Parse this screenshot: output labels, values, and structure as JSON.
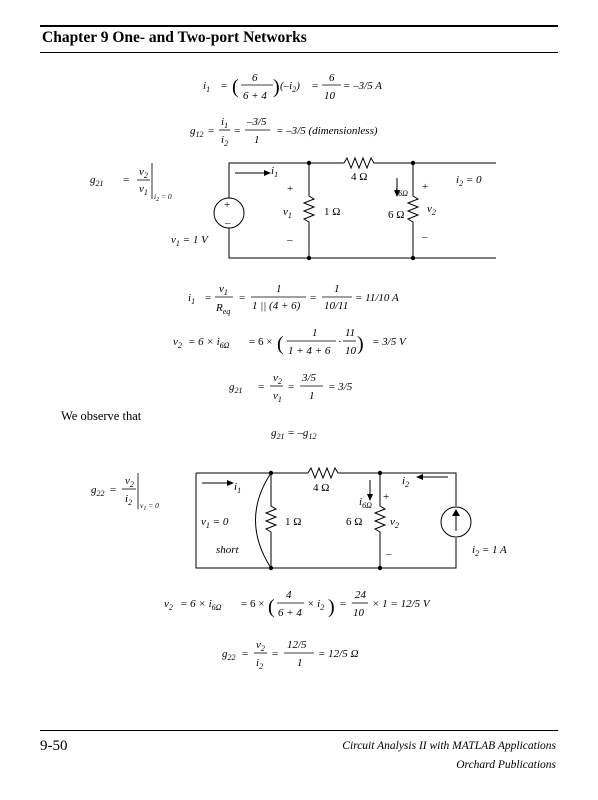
{
  "header": {
    "chapter_title": "Chapter 9  One- and Two-port Networks"
  },
  "footer": {
    "page_number": "9-50",
    "book_title": "Circuit Analysis II with MATLAB Applications",
    "publisher": "Orchard Publications"
  },
  "text": {
    "observe": "We observe that"
  },
  "equations": {
    "i1": {
      "lhs": "i",
      "lhs_sub": "1",
      "num1": "6",
      "den1": "6 + 4",
      "mid": "(–i",
      "mid_sub": "2",
      "num2": "6",
      "den2": "10",
      "result": "= –3/5 A"
    },
    "g12": {
      "lhs": "g",
      "lhs_sub": "12",
      "num": "i",
      "num_sub": "1",
      "den": "i",
      "den_sub": "2",
      "num2": "–3/5",
      "den2": "1",
      "result": "= –3/5 (dimensionless)"
    },
    "g21_def": {
      "lhs": "g",
      "lhs_sub": "21",
      "num": "v",
      "num_sub": "2",
      "den": "v",
      "den_sub": "1",
      "cond": "i",
      "cond_sub": "2",
      "cond_tail": " = 0"
    },
    "i1_second": {
      "lhs": "i",
      "lhs_sub": "1",
      "num": "v",
      "num_sub": "1",
      "den": "R",
      "den_sub": "eq",
      "num2": "1",
      "den2": "1 || (4 + 6)",
      "num3": "1",
      "den3": "10/11",
      "result": "= 11/10 A"
    },
    "v2_first": {
      "lhs": "v",
      "lhs_sub": "2",
      "rhs": "= 6 × i",
      "rhs_sub": "6Ω",
      "rhs2": "= 6 ×",
      "num": "1",
      "den": "1 + 4 + 6",
      "dot": "·",
      "num2": "11",
      "den2": "10",
      "result": "= 3/5 V"
    },
    "g21": {
      "lhs": "g",
      "lhs_sub": "21",
      "num": "v",
      "num_sub": "2",
      "den": "v",
      "den_sub": "1",
      "num2": "3/5",
      "den2": "1",
      "result": "= 3/5"
    },
    "g21_relation": {
      "lhs": "g",
      "lhs_sub": "21",
      "rhs": " = –g",
      "rhs_sub": "12"
    },
    "g22_def": {
      "lhs": "g",
      "lhs_sub": "22",
      "num": "v",
      "num_sub": "2",
      "den": "i",
      "den_sub": "2",
      "cond": "v",
      "cond_sub": "1",
      "cond_tail": " = 0"
    },
    "v2_second": {
      "lhs": "v",
      "lhs_sub": "2",
      "rhs": "= 6 × i",
      "rhs_sub": "6Ω",
      "rhs2": "= 6 ×",
      "num": "4",
      "den": "6 + 4",
      "times_i": "× i",
      "times_sub": "2",
      "num2": "24",
      "den2": "10",
      "result": "× 1 = 12/5 V"
    },
    "g22": {
      "lhs": "g",
      "lhs_sub": "22",
      "num": "v",
      "num_sub": "2",
      "den": "i",
      "den_sub": "2",
      "num2": "12/5",
      "den2": "1",
      "result": "= 12/5 Ω"
    }
  },
  "circuit1": {
    "current_i1": "i",
    "current_i1_sub": "1",
    "r_series": "4 Ω",
    "r_shunt": "1 Ω",
    "r_load": "6 Ω",
    "i6": "i",
    "i6_sub": "6Ω",
    "plus": "+",
    "minus": "–",
    "v1": "v",
    "v1_sub": "1",
    "v2": "v",
    "v2_sub": "2",
    "i2_zero": "i",
    "i2_zero_sub": "2",
    "i2_zero_tail": " = 0",
    "source_label": "v",
    "source_label_sub": "1",
    "source_label_tail": " = 1 V"
  },
  "circuit2": {
    "current_i1": "i",
    "current_i1_sub": "1",
    "current_i2": "i",
    "current_i2_sub": "2",
    "r_series": "4 Ω",
    "r_shunt": "1 Ω",
    "r_load": "6  Ω",
    "i6": "i",
    "i6_sub": "6Ω",
    "plus": "+",
    "minus": "–",
    "v1_zero": "v",
    "v1_zero_sub": "1",
    "v1_zero_tail": " = 0",
    "v2": "v",
    "v2_sub": "2",
    "short_label": "short",
    "source_label": "i",
    "source_label_sub": "2",
    "source_label_tail": " = 1 A"
  }
}
